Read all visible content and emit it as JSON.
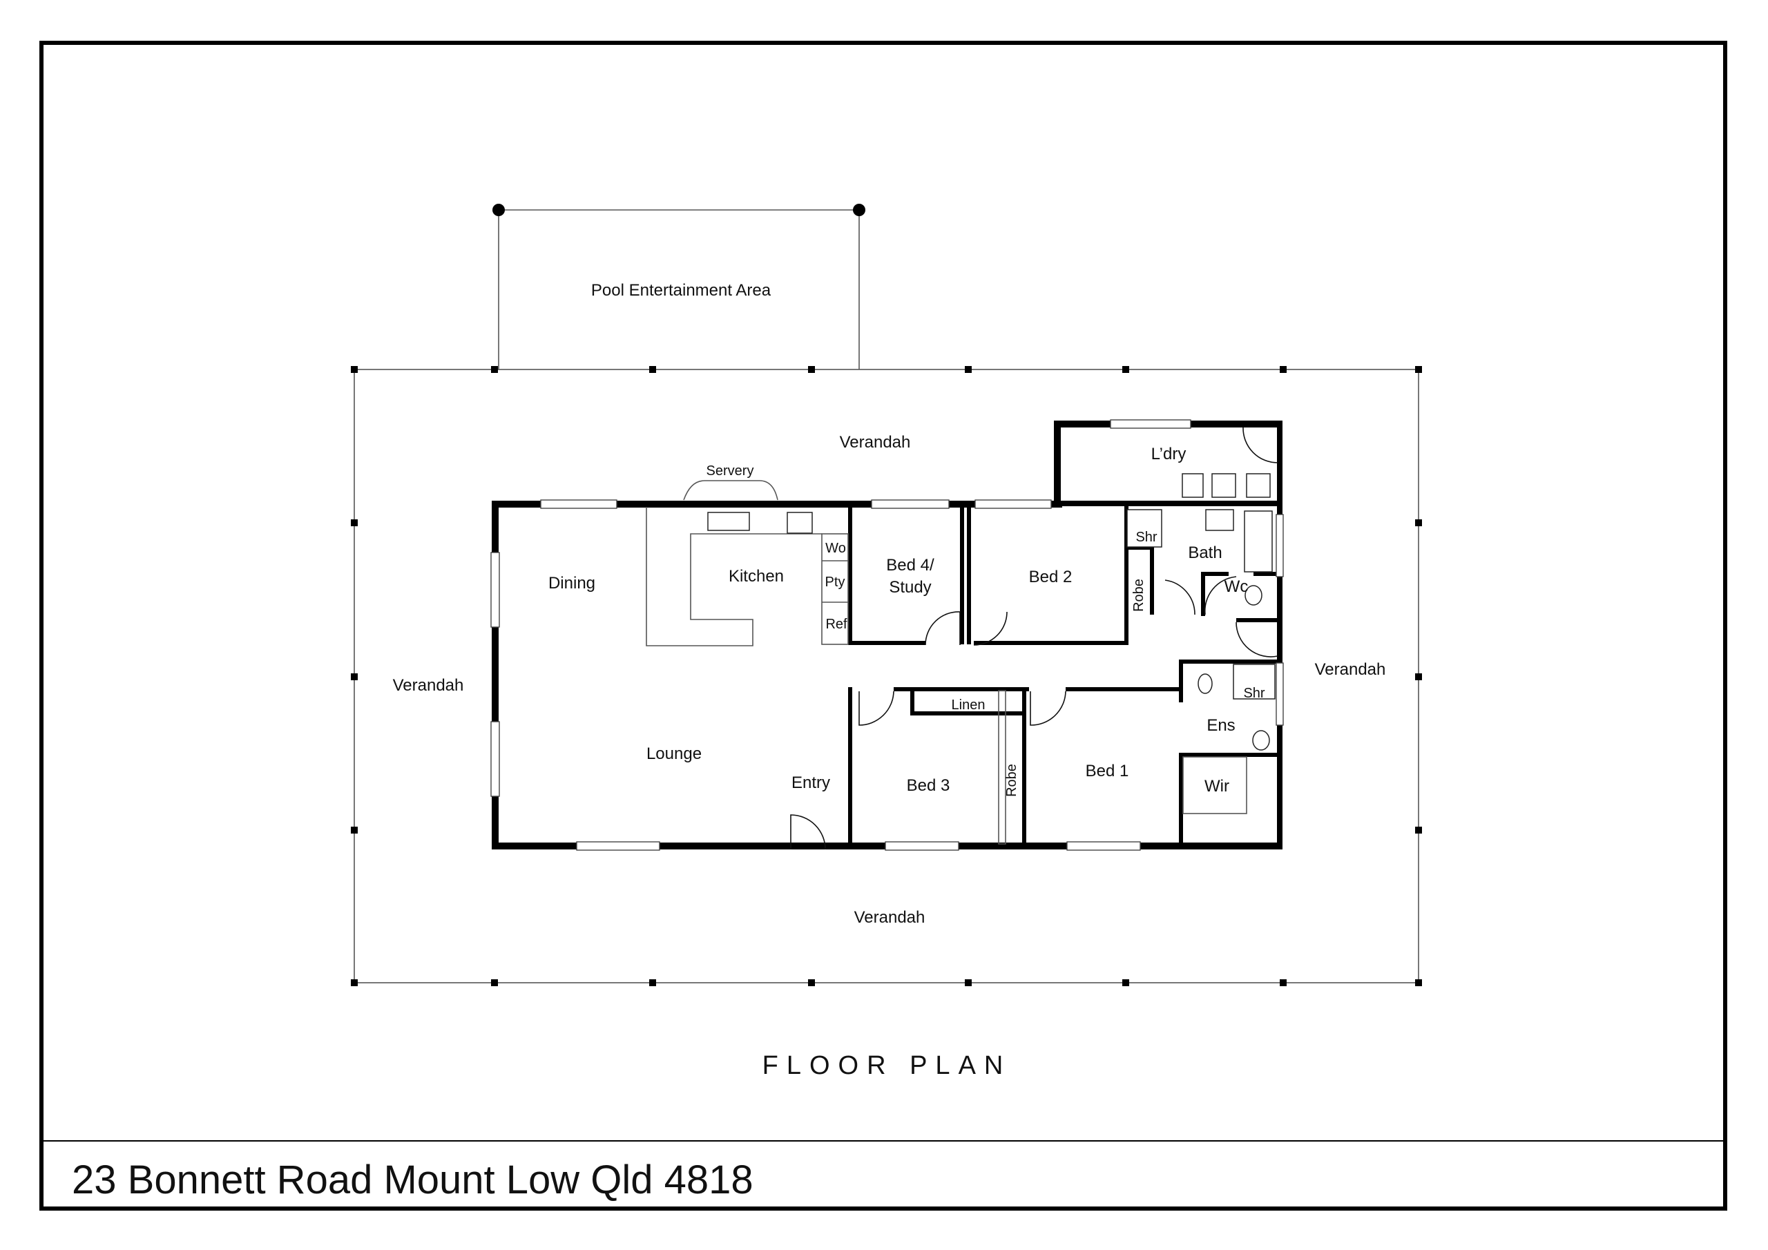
{
  "plan": {
    "title": "FLOOR PLAN",
    "address": "23 Bonnett Road Mount Low Qld 4818"
  },
  "rooms": {
    "pool": "Pool Entertainment Area",
    "verandah_top": "Verandah",
    "verandah_left": "Verandah",
    "verandah_right": "Verandah",
    "verandah_bottom": "Verandah",
    "servery": "Servery",
    "laundry": "L’dry",
    "dining": "Dining",
    "kitchen": "Kitchen",
    "wo": "Wo",
    "pty": "Pty",
    "ref": "Ref",
    "bed4_line1": "Bed 4/",
    "bed4_line2": "Study",
    "bed2": "Bed 2",
    "robe_bed2": "Robe",
    "shr_bath": "Shr",
    "bath": "Bath",
    "wc": "Wc",
    "shr_ens": "Shr",
    "ens": "Ens",
    "wir": "Wir",
    "lounge": "Lounge",
    "entry": "Entry",
    "linen": "Linen",
    "bed3": "Bed 3",
    "robe_bed3": "Robe",
    "bed1": "Bed 1"
  }
}
